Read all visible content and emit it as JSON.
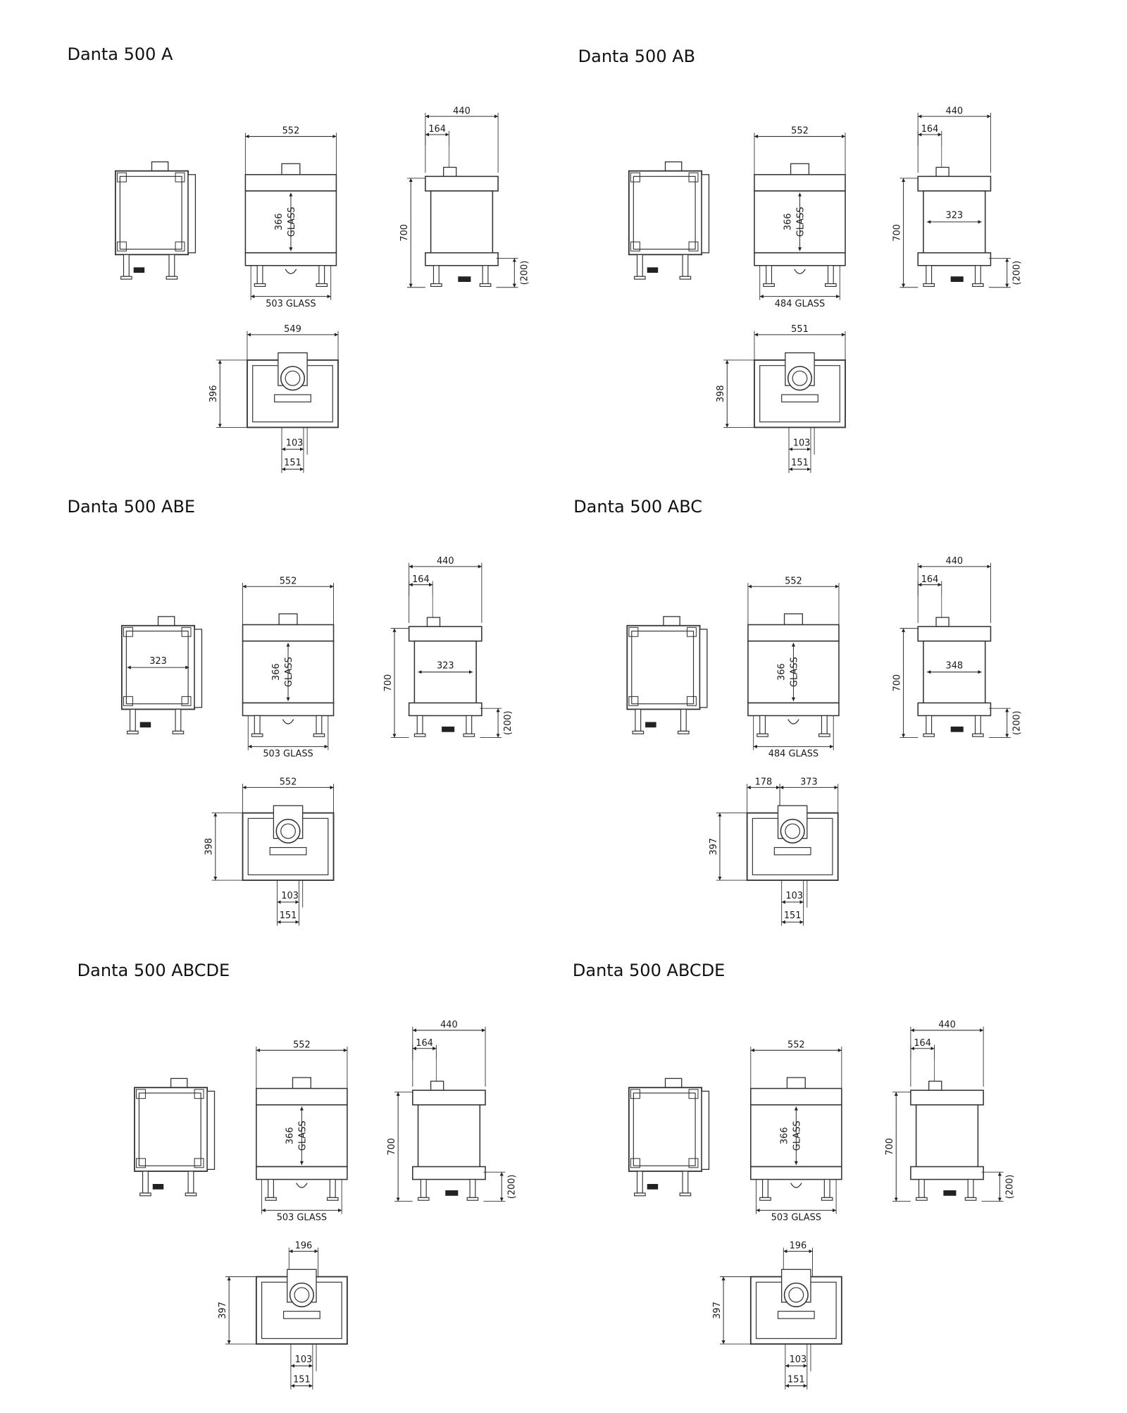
{
  "panels": [
    {
      "title": "Danta 500 A",
      "front_width": "552",
      "front_glass": "503 GLASS",
      "glass_height_value": "366",
      "glass_height_word": "GLASS",
      "side_depth": "440",
      "side_offset": "164",
      "side_height": "700",
      "leg_height": "(200)",
      "side_inner": "",
      "top_primary": "549",
      "top_split_a": "",
      "top_split_b": "",
      "top_flue": "",
      "top_depth": "396",
      "top_103": "103",
      "top_151": "151"
    },
    {
      "title": "Danta 500 AB",
      "front_width": "552",
      "front_glass": "484 GLASS",
      "glass_height_value": "366",
      "glass_height_word": "GLASS",
      "side_depth": "440",
      "side_offset": "164",
      "side_height": "700",
      "leg_height": "(200)",
      "side_inner": "323",
      "top_primary": "551",
      "top_split_a": "",
      "top_split_b": "",
      "top_flue": "",
      "top_depth": "398",
      "top_103": "103",
      "top_151": "151"
    },
    {
      "title": "Danta 500 ABE",
      "left_inner": "323",
      "front_width": "552",
      "front_glass": "503 GLASS",
      "glass_height_value": "366",
      "glass_height_word": "GLASS",
      "side_depth": "440",
      "side_offset": "164",
      "side_height": "700",
      "leg_height": "(200)",
      "side_inner": "323",
      "top_primary": "552",
      "top_split_a": "",
      "top_split_b": "",
      "top_flue": "",
      "top_depth": "398",
      "top_103": "103",
      "top_151": "151"
    },
    {
      "title": "Danta 500 ABC",
      "front_width": "552",
      "front_glass": "484 GLASS",
      "glass_height_value": "366",
      "glass_height_word": "GLASS",
      "side_depth": "440",
      "side_offset": "164",
      "side_height": "700",
      "leg_height": "(200)",
      "side_inner": "348",
      "top_primary": "",
      "top_split_a": "178",
      "top_split_b": "373",
      "top_flue": "",
      "top_depth": "397",
      "top_103": "103",
      "top_151": "151"
    },
    {
      "title": "Danta 500 ABCDE",
      "front_width": "552",
      "front_glass": "503 GLASS",
      "glass_height_value": "366",
      "glass_height_word": "GLASS",
      "side_depth": "440",
      "side_offset": "164",
      "side_height": "700",
      "leg_height": "(200)",
      "side_inner": "",
      "top_primary": "",
      "top_split_a": "",
      "top_split_b": "",
      "top_flue": "196",
      "top_depth": "397",
      "top_103": "103",
      "top_151": "151"
    },
    {
      "title": "Danta 500 ABCDE",
      "front_width": "552",
      "front_glass": "503 GLASS",
      "glass_height_value": "366",
      "glass_height_word": "GLASS",
      "side_depth": "440",
      "side_offset": "164",
      "side_height": "700",
      "leg_height": "(200)",
      "side_inner": "",
      "top_primary": "",
      "top_split_a": "",
      "top_split_b": "",
      "top_flue": "196",
      "top_depth": "397",
      "top_103": "103",
      "top_151": "151"
    }
  ]
}
